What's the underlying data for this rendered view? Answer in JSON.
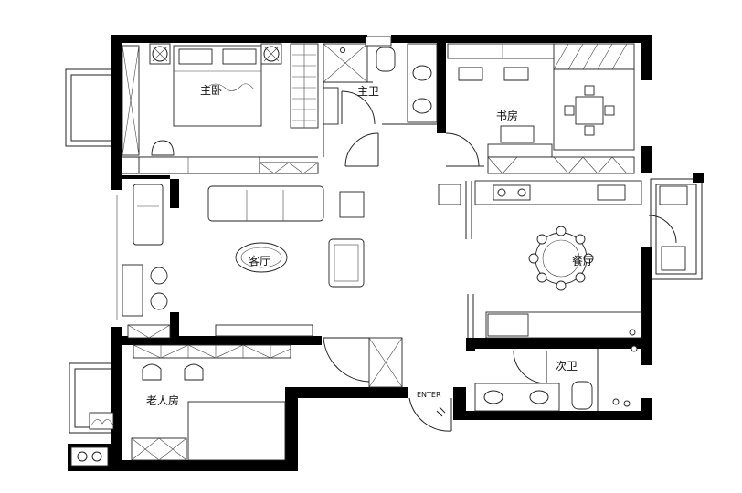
{
  "rooms": {
    "master_bedroom": "主卧",
    "master_bath": "主卫",
    "study": "书房",
    "living_room": "客厅",
    "dining_room": "餐厅",
    "second_bath": "次卫",
    "elder_room": "老人房"
  },
  "entry": "ENTER"
}
